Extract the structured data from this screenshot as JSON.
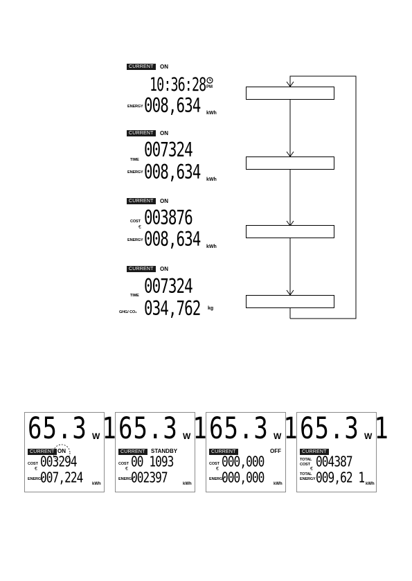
{
  "flow": {
    "screens": [
      {
        "badge": "CURRENT",
        "state": "ON",
        "top_digits": "10:36:28",
        "pm": "PM",
        "label2": "ENERGY",
        "bottom_digits": "008,634",
        "unit2": "kWh"
      },
      {
        "badge": "CURRENT",
        "state": "ON",
        "label1": "TIME",
        "top_digits": "007324",
        "label2": "ENERGY",
        "bottom_digits": "008,634",
        "unit2": "kWh"
      },
      {
        "badge": "CURRENT",
        "state": "ON",
        "label1": "COST",
        "euro": "€",
        "top_digits": "003876",
        "label2": "ENERGY",
        "bottom_digits": "008,634",
        "unit2": "kWh"
      },
      {
        "badge": "CURRENT",
        "state": "ON",
        "label1": "TIME",
        "top_digits": "007324",
        "label2": "GHG/ CO₂",
        "bottom_digits": "034,762",
        "unit2": "kg"
      }
    ]
  },
  "panels": [
    {
      "power": "65.3 1",
      "unit": "W",
      "badge": "CURRENT",
      "state": "ON",
      "label1": "COST",
      "euro": "€",
      "top_digits": "003294",
      "label2": "ENERGY",
      "bottom_digits": "007,224",
      "unit2": "kWh"
    },
    {
      "power": "65.3 1",
      "unit": "W",
      "badge": "CURRENT",
      "state": "STANDBY",
      "label1": "COST",
      "euro": "€",
      "top_digits": "00 1093",
      "label2": "ENERGY",
      "bottom_digits": "002397",
      "unit2": "kWh"
    },
    {
      "power": "65.3 1",
      "unit": "W",
      "badge": "CURRENT",
      "state": "OFF",
      "label1": "COST",
      "euro": "€",
      "top_digits": "000,000",
      "label2": "ENERGY",
      "bottom_digits": "000,000",
      "unit2": "kWh"
    },
    {
      "power": "65.3 1",
      "unit": "W",
      "badge": "CURRENT",
      "state": "",
      "label1a": "TOTAL",
      "label1b": "COST",
      "euro": "€",
      "top_digits": "004387",
      "label2a": "TOTAL",
      "label2b": "ENERGY",
      "bottom_digits": "009,62 1",
      "unit2": "kWh"
    }
  ]
}
